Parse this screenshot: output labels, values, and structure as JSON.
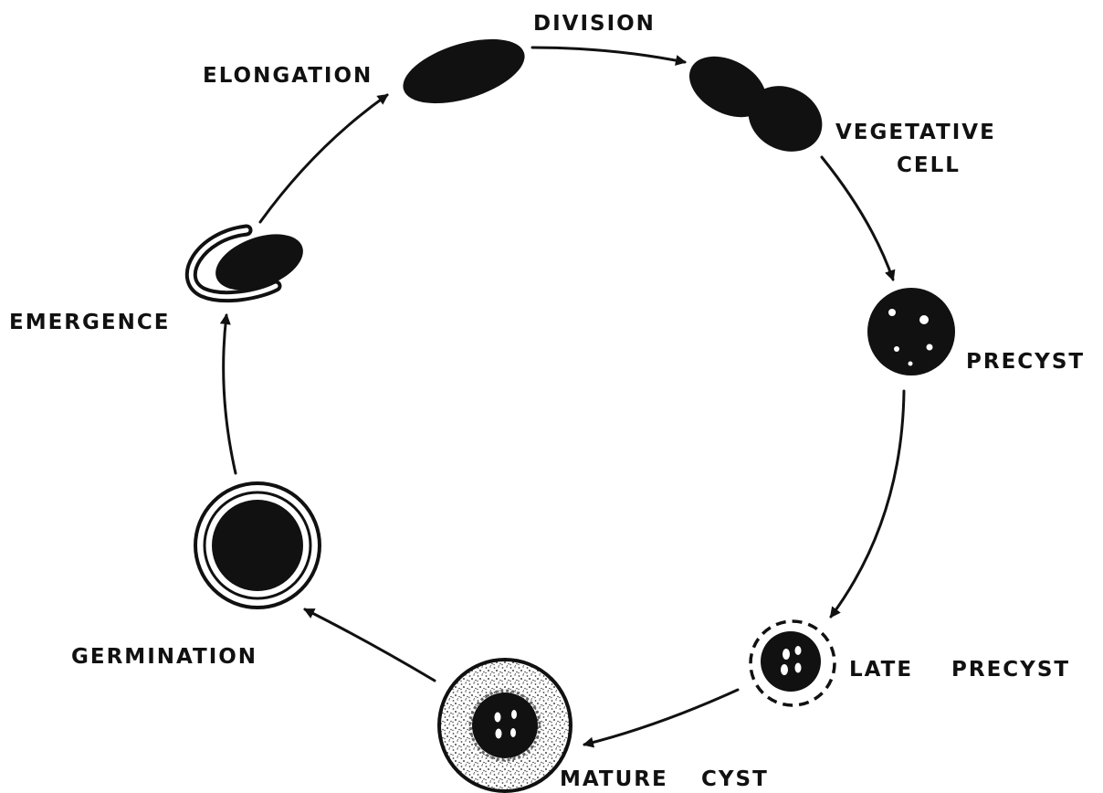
{
  "diagram": {
    "stages": {
      "division": "DIVISION",
      "vegetative_cell_line1": "VEGETATIVE",
      "vegetative_cell_line2": "CELL",
      "precyst": "PRECYST",
      "late_precyst_word1": "LATE",
      "late_precyst_word2": "PRECYST",
      "mature_cyst_word1": "MATURE",
      "mature_cyst_word2": "CYST",
      "germination": "GERMINATION",
      "emergence": "EMERGENCE",
      "elongation": "ELONGATION"
    },
    "colors": {
      "ink": "#111111",
      "background": "#ffffff",
      "stipple": "#555555"
    }
  }
}
